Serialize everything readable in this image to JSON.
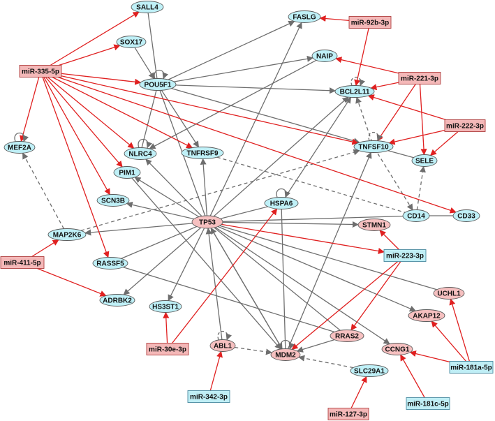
{
  "colors": {
    "mirna_red_fill": "#f4b8b8",
    "mirna_red_stroke": "#b04040",
    "mirna_blue_fill": "#bfeef5",
    "mirna_blue_stroke": "#4a8aa0",
    "gene_blue_fill": "#bff0f7",
    "gene_red_fill": "#f6c0c0",
    "gene_stroke": "#5a5a5a",
    "inhibit_edge": "#e02020",
    "gene_edge": "#6e6e6e"
  },
  "nodes": {
    "sall4": "SALL4",
    "sox17": "SOX17",
    "pou5f1": "POU5F1",
    "mef2a": "MEF2A",
    "nlrc4": "NLRC4",
    "tnfrsf9": "TNFRSF9",
    "pim1": "PIM1",
    "scn3b": "SCN3B",
    "map2k6": "MAP2K6",
    "rassf5": "RASSF5",
    "adrbk2": "ADRBK2",
    "hs3st1": "HS3ST1",
    "tp53": "TP53",
    "hspa6": "HSPA6",
    "abl1": "ABL1",
    "mdm2": "MDM2",
    "rras2": "RRAS2",
    "stmn1": "STMN1",
    "uchl1": "UCHL1",
    "akap12": "AKAP12",
    "ccng1": "CCNG1",
    "slc29a1": "SLC29A1",
    "fasl": "FASLG",
    "naip": "NAIP",
    "bcl2l11": "BCL2L11",
    "tnfsf10": "TNFSF10",
    "sele": "SELE",
    "cd14": "CD14",
    "cd33": "CD33",
    "mir335": "miR-335-5p",
    "mir92b": "miR-92b-3p",
    "mir221": "miR-221-3p",
    "mir222": "miR-222-3p",
    "mir411": "miR-411-5p",
    "mir223": "miR-223-3p",
    "mir30e": "miR-30e-3p",
    "mir342": "miR-342-3p",
    "mir181a": "miR-181a-5p",
    "mir181c": "miR-181c-5p",
    "mir127": "miR-127-3p"
  }
}
